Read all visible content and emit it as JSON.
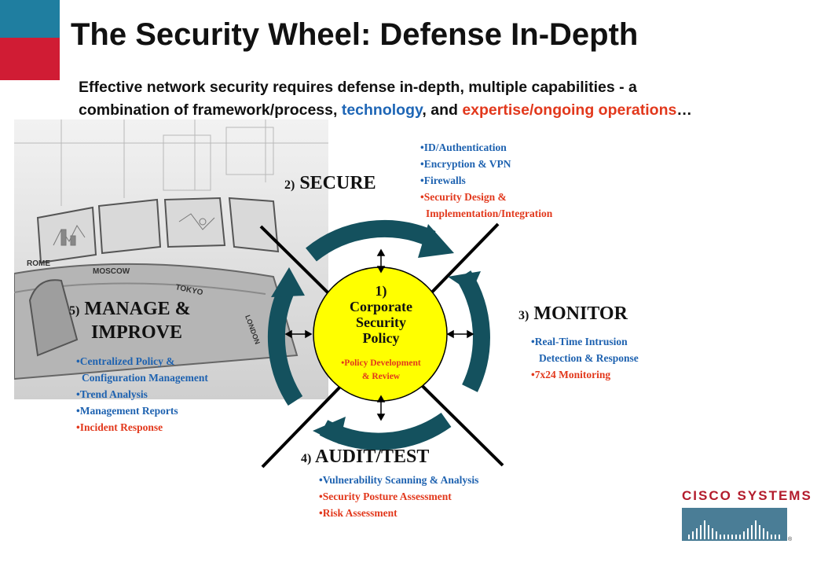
{
  "title": "The Security Wheel:  Defense In-Depth",
  "subtitle": {
    "part1": "Effective network security requires defense in-depth, multiple capabilities - a combination of framework/process, ",
    "technology": "technology",
    "part2": ", and ",
    "expertise": "expertise/ongoing operations",
    "ellipsis": "…"
  },
  "photo_labels": {
    "city1": "ROME",
    "city2": "MOSCOW",
    "city3": "TOKYO",
    "city4": "LONDON"
  },
  "center": {
    "title_line1": "1)",
    "title_line2": "Corporate",
    "title_line3": "Security",
    "title_line4": "Policy",
    "sub_line1": "•Policy Development",
    "sub_line2": "& Review"
  },
  "secure": {
    "num": "2)",
    "label": "SECURE",
    "bullets": [
      "•ID/Authentication",
      "•Encryption & VPN",
      "•Firewalls"
    ],
    "bullets_red": [
      "•Security Design &",
      "Implementation/Integration"
    ]
  },
  "monitor": {
    "num": "3)",
    "label": "MONITOR",
    "bullets": [
      "•Real-Time Intrusion",
      "Detection & Response"
    ],
    "bullets_red": [
      "•7x24 Monitoring"
    ]
  },
  "audit": {
    "num": "4)",
    "label": "AUDIT/TEST",
    "bullets": [
      "•Vulnerability Scanning & Analysis"
    ],
    "bullets_red": [
      "•Security Posture Assessment",
      "•Risk Assessment"
    ]
  },
  "manage": {
    "num": "5)",
    "label_line1": "MANAGE &",
    "label_line2": "IMPROVE",
    "bullets": [
      "•Centralized Policy &",
      "Configuration Management",
      "•Trend Analysis",
      "•Management Reports"
    ],
    "bullets_red": [
      "•Incident Response"
    ]
  },
  "logo": {
    "text": "CISCO SYSTEMS",
    "mark": "®"
  },
  "colors": {
    "wheel": "#14515e",
    "hub": "#ffff00",
    "brand_blue": "#1f7ea0",
    "brand_red": "#d01c34",
    "logo_red": "#b31b2c"
  }
}
